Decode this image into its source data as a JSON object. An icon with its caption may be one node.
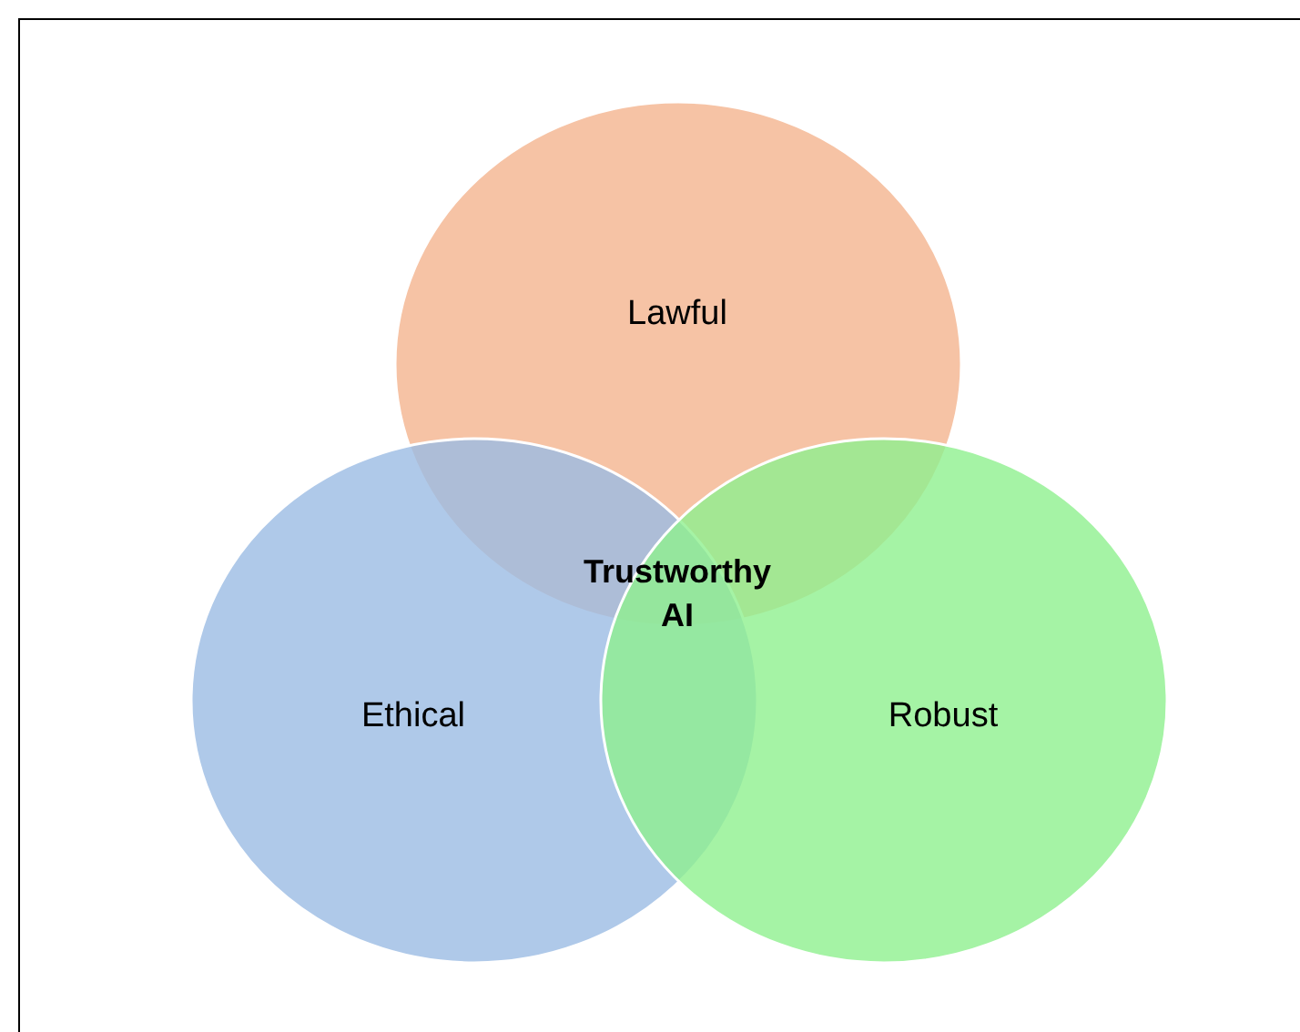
{
  "diagram": {
    "nodes": [
      {
        "text": [
          "Lawful"
        ]
      },
      {
        "text": [
          "Ethical"
        ]
      },
      {
        "text": [
          "Robust"
        ]
      }
    ],
    "labels": [
      "Trustworthy AI"
    ]
  }
}
